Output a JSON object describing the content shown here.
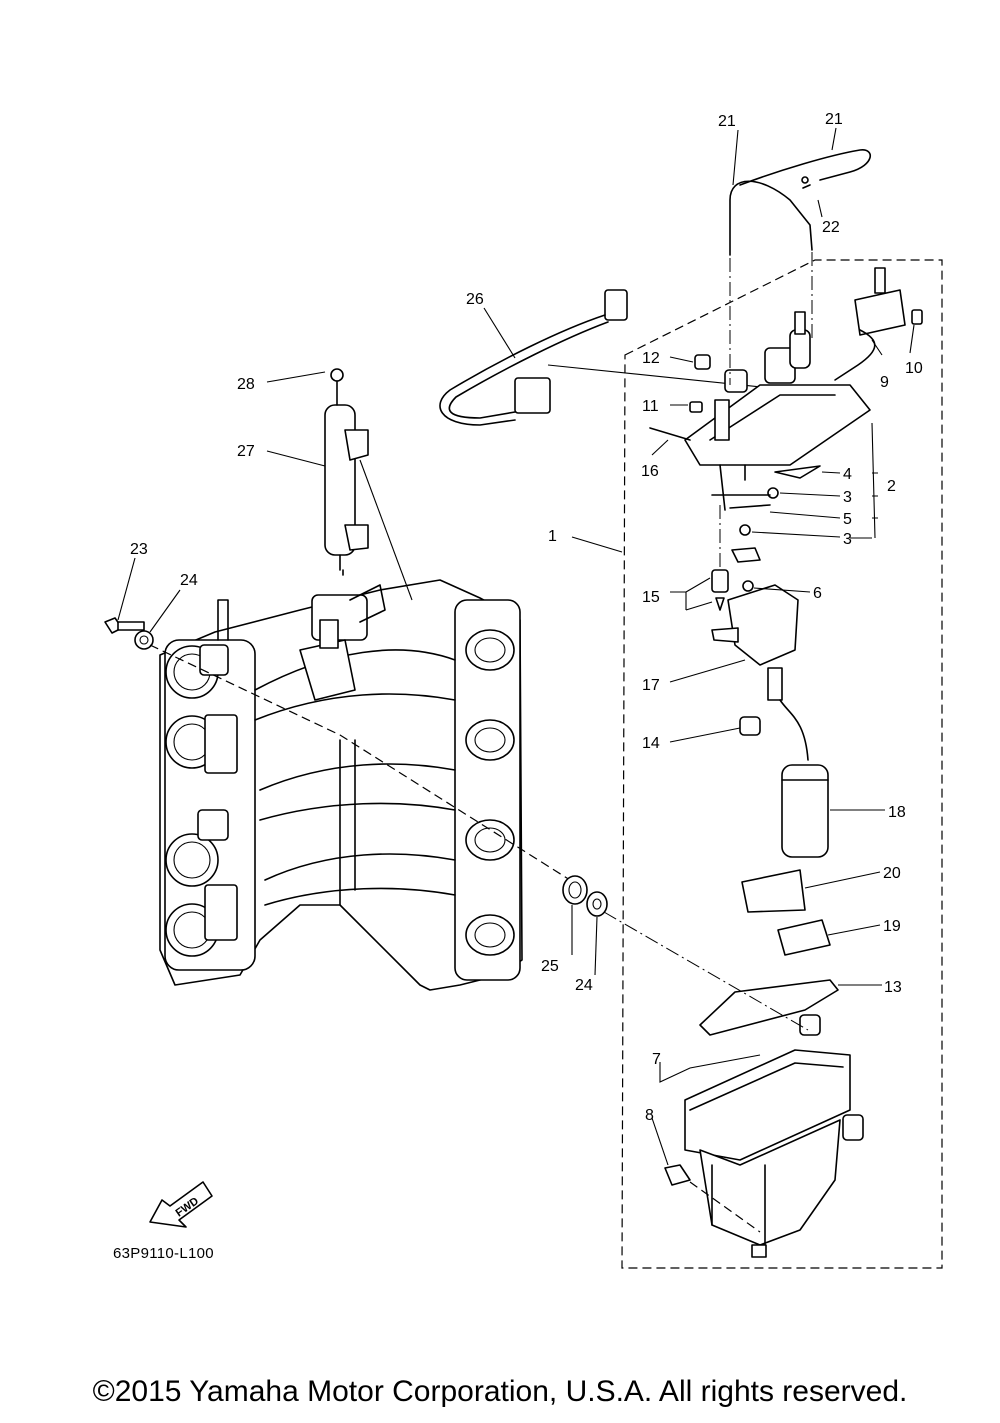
{
  "diagram": {
    "code": "63P9110-L100",
    "copyright": "©2015 Yamaha Motor Corporation, U.S.A. All rights reserved.",
    "fwd_badge": "FWD",
    "callouts": [
      "1",
      "2",
      "3",
      "3",
      "4",
      "5",
      "6",
      "7",
      "8",
      "9",
      "10",
      "11",
      "12",
      "13",
      "14",
      "15",
      "16",
      "17",
      "18",
      "19",
      "20",
      "21",
      "21",
      "22",
      "23",
      "24",
      "24",
      "25",
      "26",
      "27",
      "28"
    ]
  }
}
